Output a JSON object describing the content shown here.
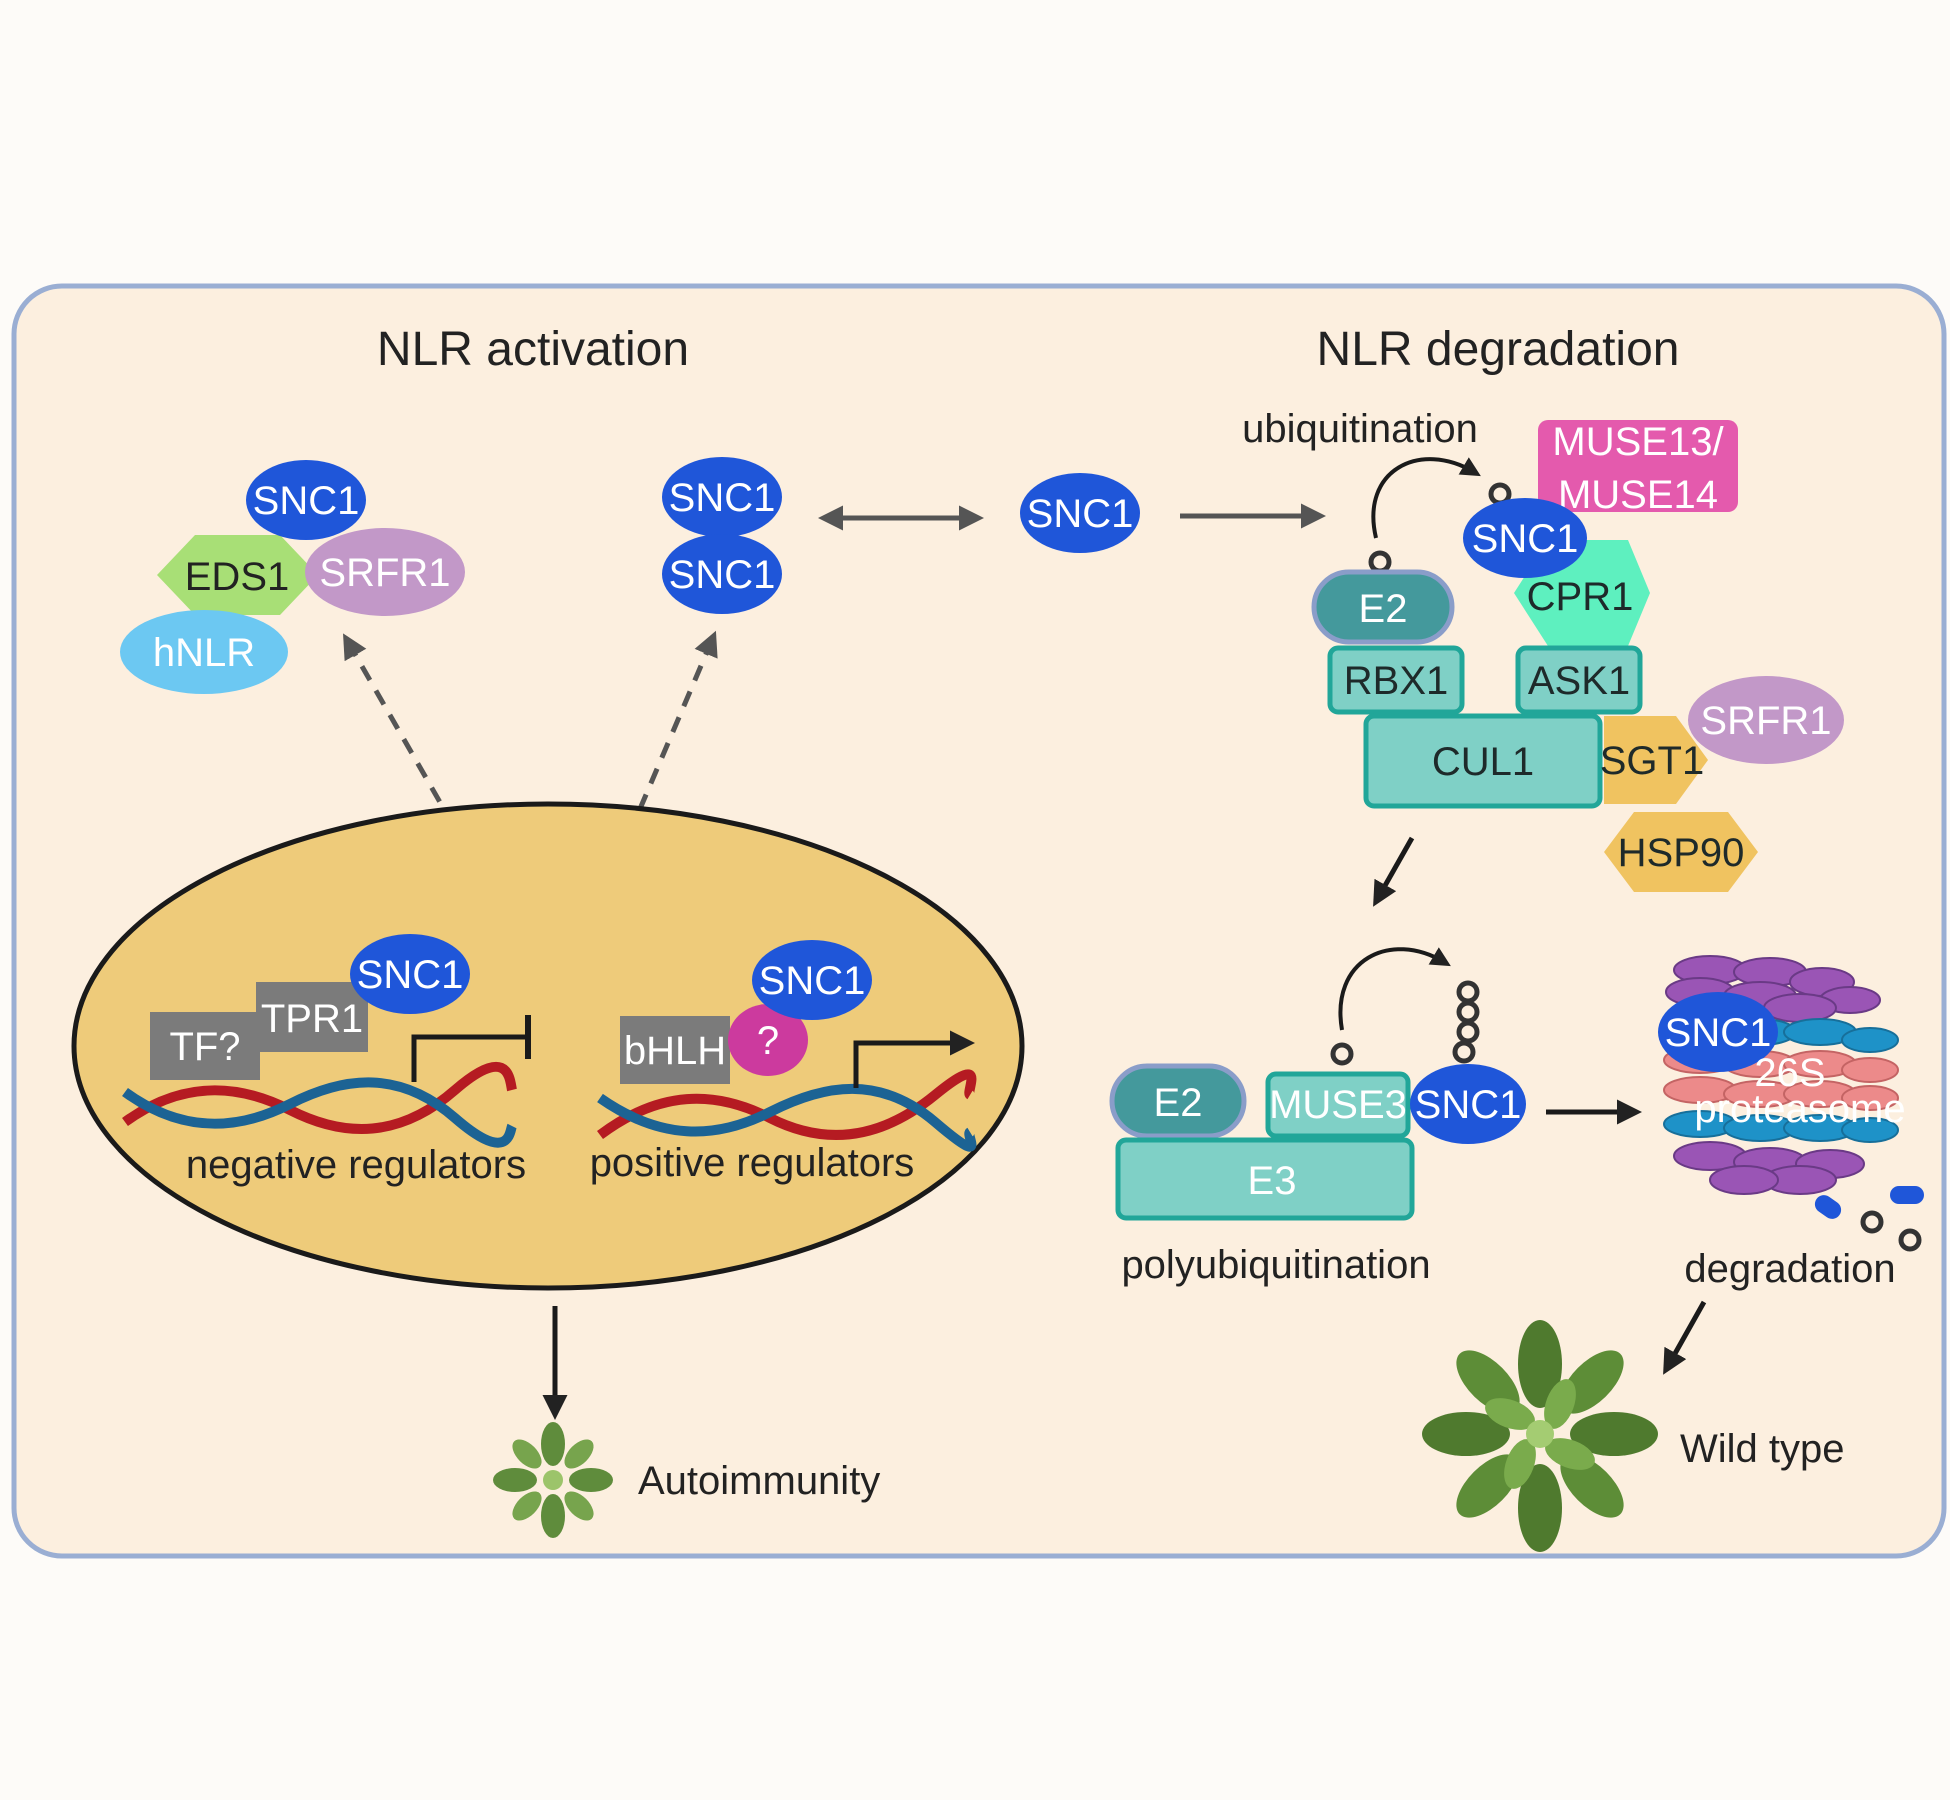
{
  "colors": {
    "panel_fill": "#fcefdf",
    "panel_border": "#9aaed3",
    "nucleus_fill": "#eecb7a",
    "snc1": "#1f56d9",
    "teal": "#7fd0c6",
    "teal_border": "#21a699",
    "e2": "#44999c",
    "srfr1": "#c298c8",
    "eds1": "#a8df76",
    "hnlr": "#6cc8f2",
    "cpr1": "#5ef0bf",
    "muse": "#e45aad",
    "question": "#cc3a9e",
    "hsp": "#f0c360",
    "grey_box": "#7b7b7b",
    "dna_red": "#b51b22",
    "dna_blue": "#1c6394"
  },
  "headings": {
    "activation": "NLR activation",
    "degradation": "NLR degradation"
  },
  "molecules": {
    "snc1": "SNC1",
    "eds1": "EDS1",
    "srfr1": "SRFR1",
    "hnlr": "hNLR",
    "e2": "E2",
    "e3": "E3",
    "rbx1": "RBX1",
    "ask1": "ASK1",
    "cul1": "CUL1",
    "cpr1": "CPR1",
    "sgt1": "SGT1",
    "hsp90": "HSP90",
    "muse13": "MUSE13/",
    "muse14": "MUSE14",
    "muse3": "MUSE3",
    "tf": "TF?",
    "tpr1": "TPR1",
    "bhlh": "bHLH",
    "question": "?",
    "proteasome_26s": "26S",
    "proteasome": "proteasome"
  },
  "labels": {
    "ubiquitination": "ubiquitination",
    "polyubiquitination": "polyubiquitination",
    "degradation": "degradation",
    "negative_regulators": "negative regulators",
    "positive_regulators": "positive regulators",
    "autoimmunity": "Autoimmunity",
    "wild_type": "Wild type"
  }
}
